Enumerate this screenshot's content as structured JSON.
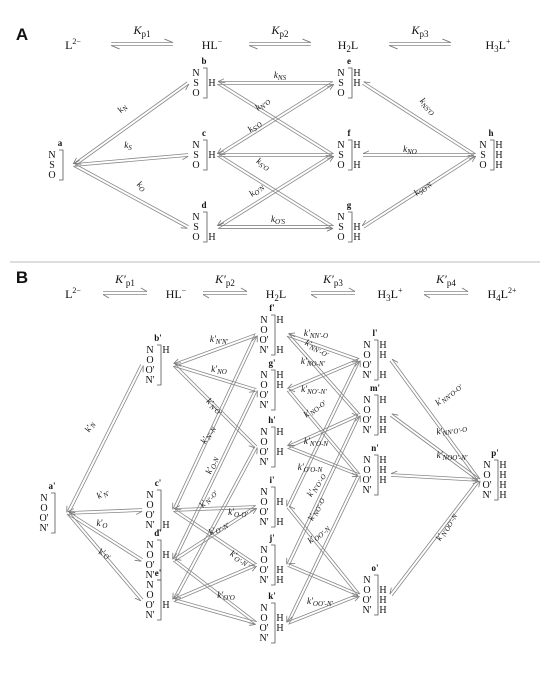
{
  "panelA": {
    "label": "A",
    "species": [
      "L2−",
      "HL−",
      "H2L",
      "H3L+"
    ],
    "constants": [
      "Kp1",
      "Kp2",
      "Kp3"
    ],
    "atoms": [
      "N",
      "S",
      "O"
    ],
    "nodes": [
      "a",
      "b",
      "c",
      "d",
      "e",
      "f",
      "g",
      "h"
    ],
    "rates": [
      "kN",
      "kS",
      "kO",
      "kNS",
      "kN'O",
      "kS'O",
      "kS'O",
      "kO'N",
      "kNO",
      "kO'S",
      "kNS'O",
      "kNO'S",
      "kSO'N"
    ]
  },
  "panelB": {
    "label": "B",
    "species": [
      "L2−",
      "HL−",
      "H2L",
      "H3L+",
      "H4L2+"
    ],
    "constants": [
      "K′p1",
      "K′p2",
      "K′p3",
      "K′p4"
    ],
    "atoms": [
      "N",
      "O",
      "O'",
      "N'"
    ],
    "nodes": [
      "a'",
      "b'",
      "c'",
      "d'",
      "e'",
      "f'",
      "g'",
      "h'",
      "i'",
      "j'",
      "k'",
      "l'",
      "m'",
      "n'",
      "o'",
      "p'"
    ],
    "rates": [
      "k'N",
      "k'N'",
      "k'O",
      "k'O'",
      "k'N'N'",
      "k'NO",
      "k'N'O'",
      "k'N'-N",
      "k'O-N",
      "k'N'-O'",
      "k'O'-N'",
      "k'O-O'",
      "k'O'-N",
      "k'O'O",
      "k'NN'-O",
      "k'NN'-O'",
      "k'NO-N'",
      "k'NO'-N'",
      "k'NO-O'",
      "k'N'O-N",
      "k'O'O-N",
      "k'N'O'-O",
      "k'NO'-O",
      "k'OO'-N",
      "k'OO'-N'",
      "k'NN'O-O'",
      "k'NN'O'-O",
      "k'NOO'-N'",
      "k'N'OO'-N"
    ]
  }
}
